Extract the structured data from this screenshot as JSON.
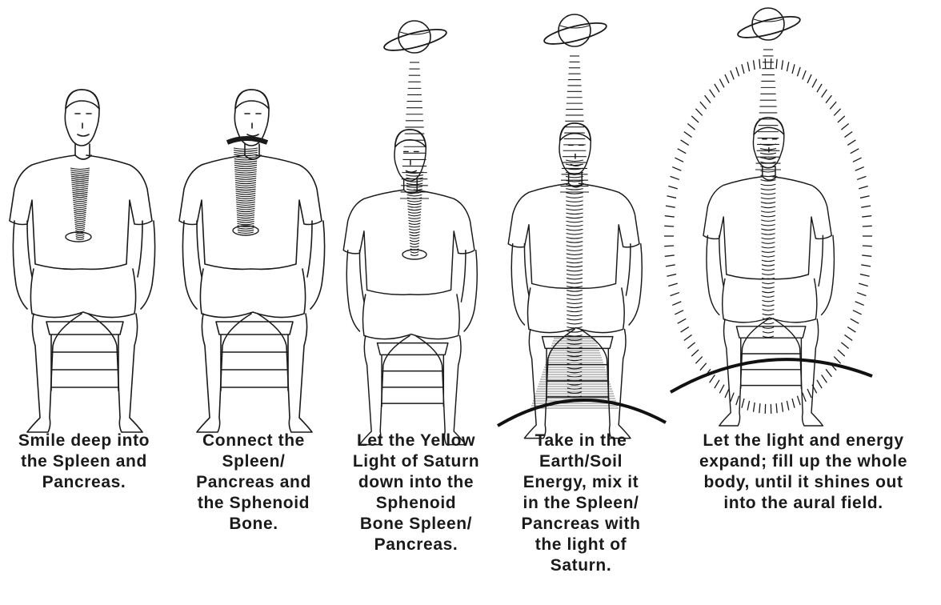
{
  "steps": [
    {
      "caption": "Smile deep into the Spleen and Pancreas.",
      "lines": [
        "Smile deep into",
        "the Spleen and",
        "Pancreas."
      ]
    },
    {
      "caption": "Connect the Spleen/ Pancreas and the Sphenoid Bone.",
      "lines": [
        "Connect the",
        "Spleen/",
        "Pancreas and",
        "the Sphenoid",
        "Bone."
      ]
    },
    {
      "caption": "Let the Yellow Light of Saturn down into the Sphenoid Bone Spleen/ Pancreas.",
      "lines": [
        "Let the Yellow",
        "Light of Saturn",
        "down into the",
        "Sphenoid",
        "Bone Spleen/",
        "Pancreas."
      ]
    },
    {
      "caption": "Take in the Earth/Soil Energy, mix it in the Spleen/ Pancreas with the light of Saturn.",
      "lines": [
        "Take in the",
        "Earth/Soil",
        "Energy, mix it",
        "in the Spleen/",
        "Pancreas with",
        "the light of",
        "Saturn."
      ]
    },
    {
      "caption": "Let the light and energy expand; fill up the whole body, until it shines out into the aural field.",
      "lines": [
        "Let the light and energy",
        "expand; fill up the whole",
        "body, until it shines out",
        "into the aural field."
      ]
    }
  ],
  "colors": {
    "ink": "#1a1a1a",
    "background": "#ffffff"
  }
}
